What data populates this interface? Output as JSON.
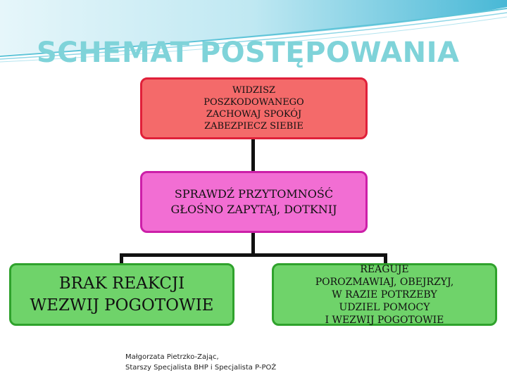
{
  "title": "SCHEMAT POSTĘPOWANIA",
  "steps": {
    "step1": [
      "WIDZISZ",
      "POSZKODOWANEGO",
      "ZACHOWAJ SPOKÓJ",
      "ZABEZPIECZ SIEBIE"
    ],
    "step2": [
      "SPRAWDŹ PRZYTOMNOŚĆ",
      "GŁOŚNO ZAPYTAJ, DOTKNIJ"
    ],
    "branch_left": [
      "BRAK REAKCJI",
      "WEZWIJ POGOTOWIE"
    ],
    "branch_right": [
      "REAGUJE",
      "POROZMAWIAJ, OBEJRZYJ,",
      "W RAZIE POTRZEBY",
      "UDZIEL POMOCY",
      "I WEZWIJ POGOTOWIE"
    ]
  },
  "author": [
    "Małgorzata Pietrzko-Zając,",
    "Starszy Specjalista BHP i Specjalista P-POŻ"
  ],
  "colors": {
    "title": "#7fd3d9",
    "step1_fill": "#f46a6a",
    "step2_fill": "#f26ed3",
    "branch_fill": "#6fd36a",
    "banner": "#5ec4d8"
  }
}
